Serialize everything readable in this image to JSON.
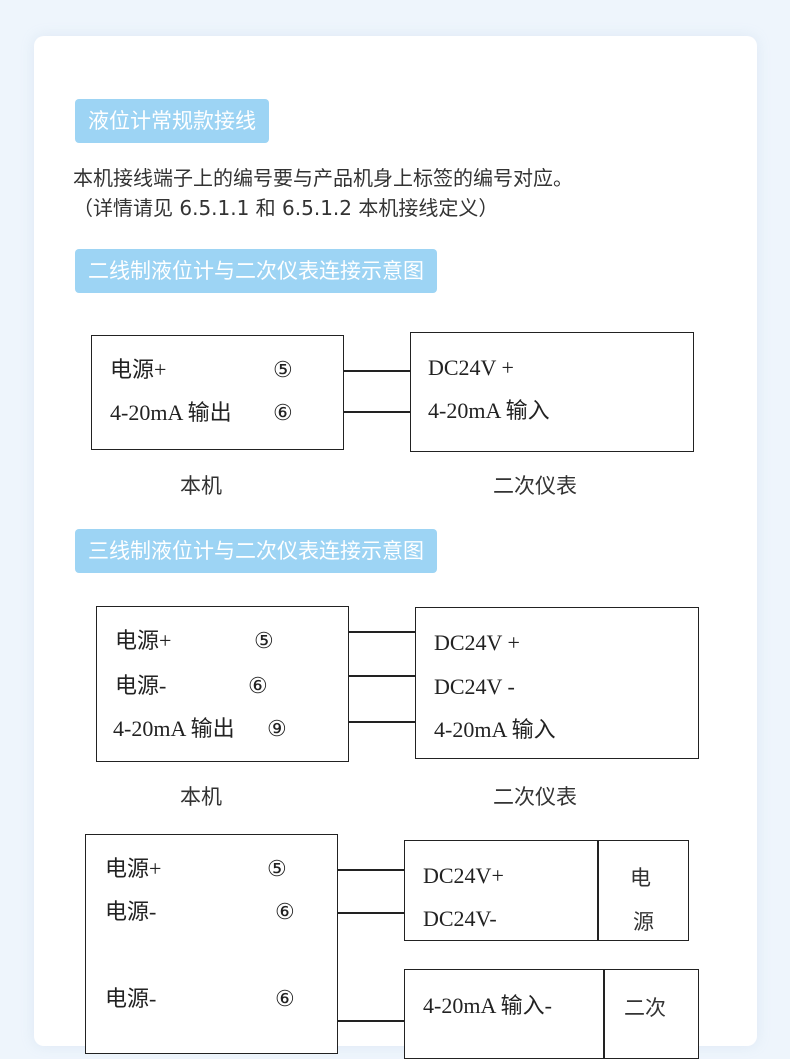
{
  "section1": {
    "tag": "液位计常规款接线"
  },
  "intro": {
    "line1": "本机接线端子上的编号要与产品机身上标签的编号对应。",
    "line2": "（详情请见 6.5.1.1 和 6.5.1.2 本机接线定义）"
  },
  "diagram2wire": {
    "tag": "二线制液位计与二次仪表连接示意图",
    "left": {
      "row1_label": "电源+",
      "row1_num": "⑤",
      "row2_label": "4-20mA 输出",
      "row2_num": "⑥",
      "caption": "本机"
    },
    "right": {
      "row1": "DC24V +",
      "row2": "4-20mA 输入",
      "caption": "二次仪表"
    }
  },
  "diagram3wire": {
    "tag": "三线制液位计与二次仪表连接示意图",
    "left": {
      "row1_label": "电源+",
      "row1_num": "⑤",
      "row2_label": "电源-",
      "row2_num": "⑥",
      "row3_label": "4-20mA 输出",
      "row3_num": "⑨",
      "caption": "本机"
    },
    "right": {
      "row1": "DC24V +",
      "row2": "DC24V -",
      "row3": "4-20mA 输入",
      "caption": "二次仪表"
    }
  },
  "diagram4wire": {
    "left": {
      "row1_label": "电源+",
      "row1_num": "⑤",
      "row2_label": "电源-",
      "row2_num": "⑥",
      "row3_label": "电源-",
      "row3_num": "⑥"
    },
    "power": {
      "row1": "DC24V+",
      "row2": "DC24V-",
      "side_top": "电",
      "side_bottom": "源"
    },
    "meter": {
      "row1": "4-20mA 输入-",
      "side": "二次"
    }
  }
}
